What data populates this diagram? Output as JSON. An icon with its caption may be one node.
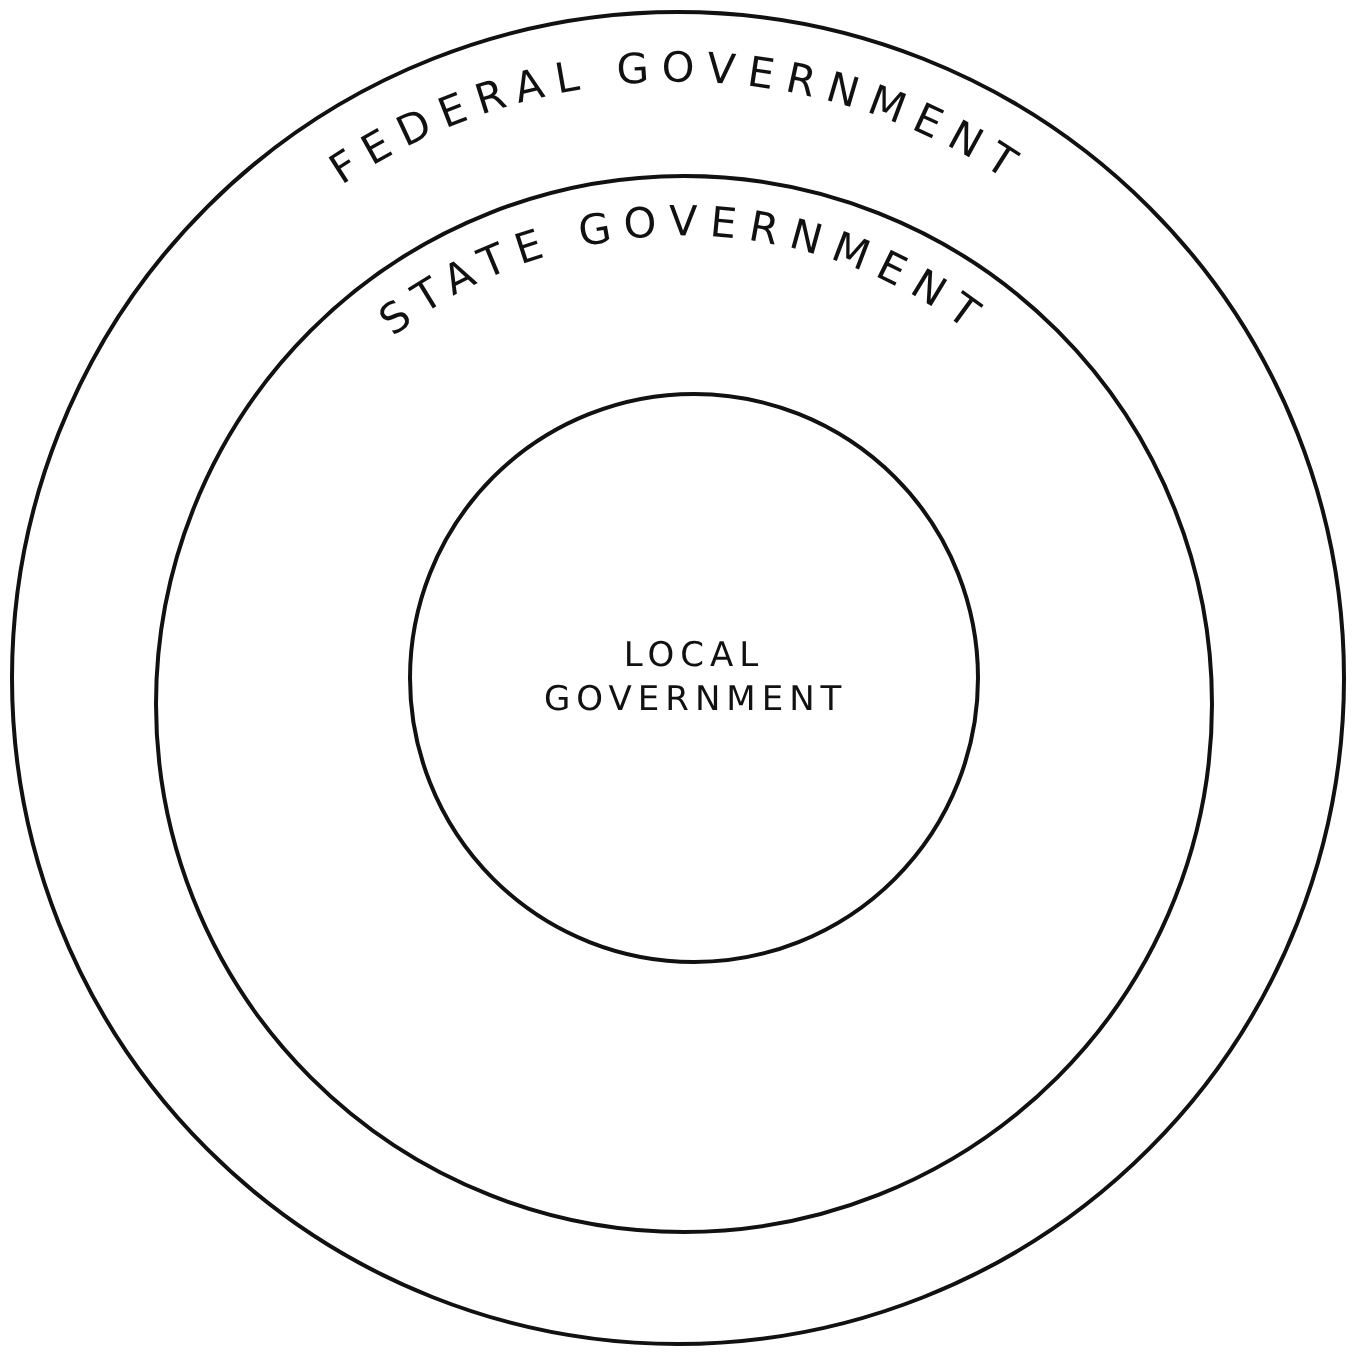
{
  "diagram": {
    "nodes": [
      {
        "text": [
          "FEDERAL GOVERNMENT"
        ]
      },
      {
        "text": [
          "STATE GOVERNMENT"
        ],
        "in": 0
      },
      {
        "text": [
          "LOCAL GOVERNMENT"
        ],
        "in": 1
      }
    ]
  }
}
